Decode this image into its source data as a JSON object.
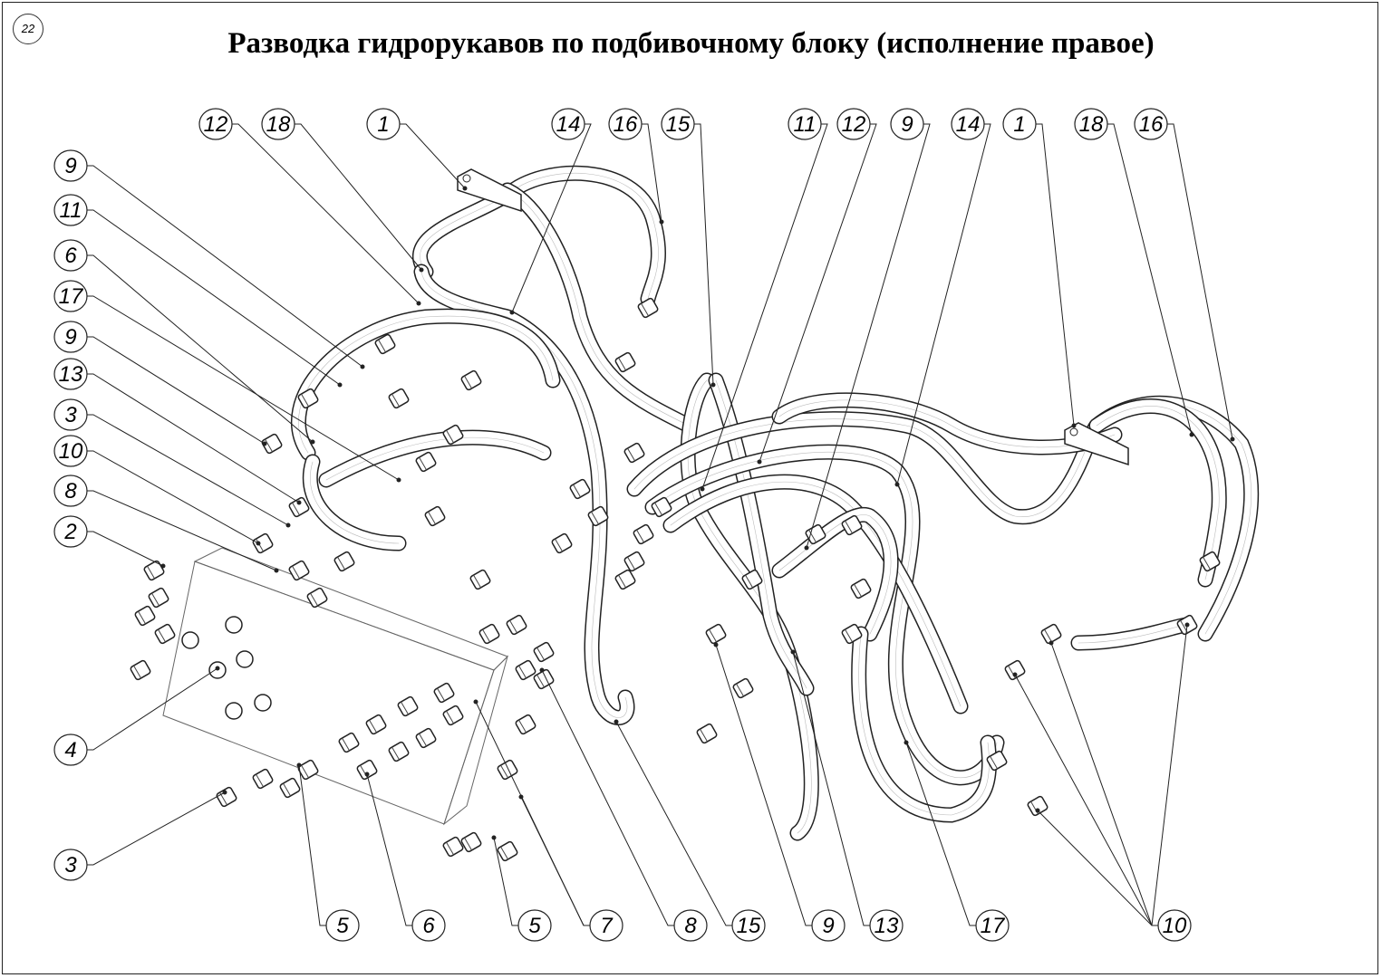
{
  "page_number": "22",
  "title": "Разводка гидрорукавов по подбивочному блоку (исполнение правое)",
  "callouts": {
    "top": [
      "12",
      "18",
      "1",
      "14",
      "16",
      "15",
      "11",
      "12",
      "9",
      "14",
      "1",
      "18",
      "16"
    ],
    "left": [
      "9",
      "11",
      "6",
      "17",
      "9",
      "13",
      "3",
      "10",
      "8",
      "2",
      "4",
      "3"
    ],
    "bottom": [
      "5",
      "6",
      "5",
      "7",
      "8",
      "15",
      "9",
      "13",
      "17",
      "10"
    ]
  }
}
